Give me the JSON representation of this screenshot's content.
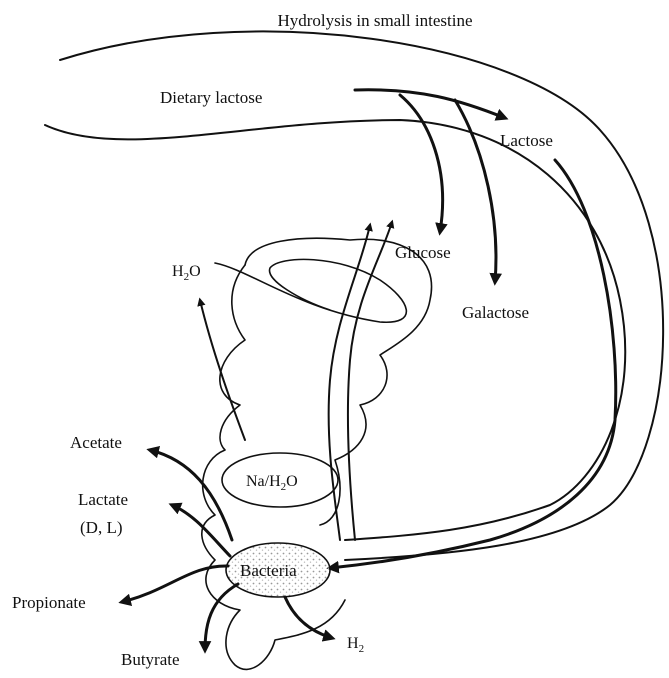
{
  "diagram": {
    "title": "Hydrolysis in small intestine",
    "labels": {
      "dietary_lactose": "Dietary lactose",
      "lactose": "Lactose",
      "glucose": "Glucose",
      "galactose": "Galactose",
      "water_main": "H",
      "water_sub": "2",
      "water_tail": "O",
      "acetate": "Acetate",
      "lactate": "Lactate",
      "lactate_forms": "(D, L)",
      "na_part": "Na/H",
      "na_sub": "2",
      "na_tail": "O",
      "bacteria": "Bacteria",
      "propionate": "Propionate",
      "butyrate": "Butyrate",
      "hydrogen_main": "H",
      "hydrogen_sub": "2"
    }
  }
}
